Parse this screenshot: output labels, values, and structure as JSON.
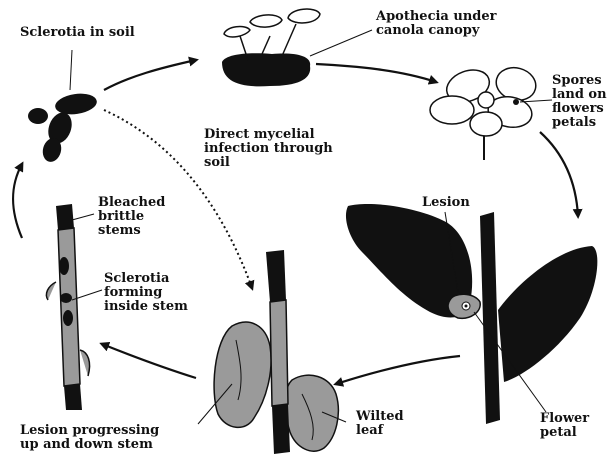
{
  "labels": {
    "sclerotia_in_soil": "Sclerotia in soil",
    "apothecia": "Apothecia under\ncanola canopy",
    "spores": "Spores\nland on\nflowers\npetals",
    "direct_infection": "Direct mycelial\ninfection through\nsoil",
    "lesion": "Lesion",
    "bleached": "Bleached\nbrittle\nstems",
    "sclerotia_forming": "Sclerotia\nforming\ninside stem",
    "lesion_progressing": "Lesion progressing\nup and down stem",
    "wilted_leaf": "Wilted\nleaf",
    "flower_petal": "Flower\npetal"
  },
  "colors": {
    "ink": "#111111",
    "lesion_gray": "#9a9a9a",
    "paper": "#ffffff"
  }
}
